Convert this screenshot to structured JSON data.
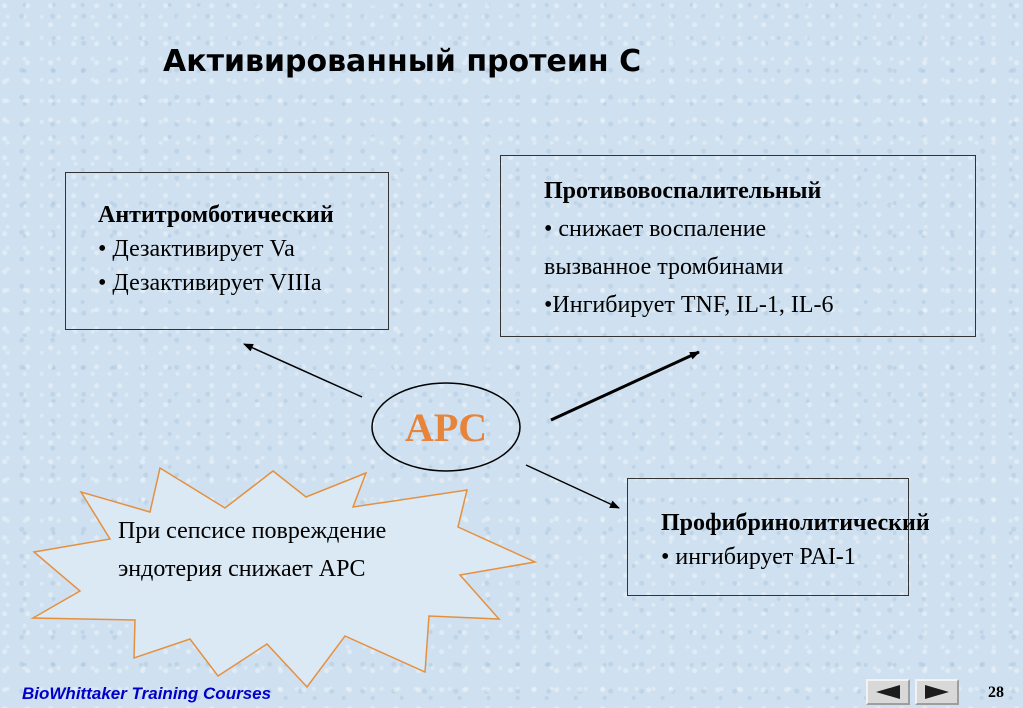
{
  "slide": {
    "title": "Активированный протеин С",
    "center_label": "APC",
    "antithrombotic": {
      "heading": "Антитромботический",
      "items": [
        "• Дезактивирует Va",
        "• Дезактивирует VIIIa"
      ]
    },
    "anti_inflammatory": {
      "heading": "Противовоспалительный",
      "lines": [
        "• снижает воспаление",
        "вызванное тромбинами",
        "•Ингибирует TNF, IL-1, IL-6"
      ]
    },
    "profibrinolytic": {
      "heading": "Профибринолитический",
      "items": [
        "• ингибирует PAI-1"
      ]
    },
    "sepsis_note": {
      "lines": [
        "При сепсисе повреждение",
        "эндотерия снижает APC"
      ]
    }
  },
  "footer": {
    "course": "BioWhittaker Training Courses",
    "page_number": "28"
  },
  "colors": {
    "background": "#cfe1f0",
    "center_label": "#e8843a",
    "footer_text": "#0000c8"
  }
}
